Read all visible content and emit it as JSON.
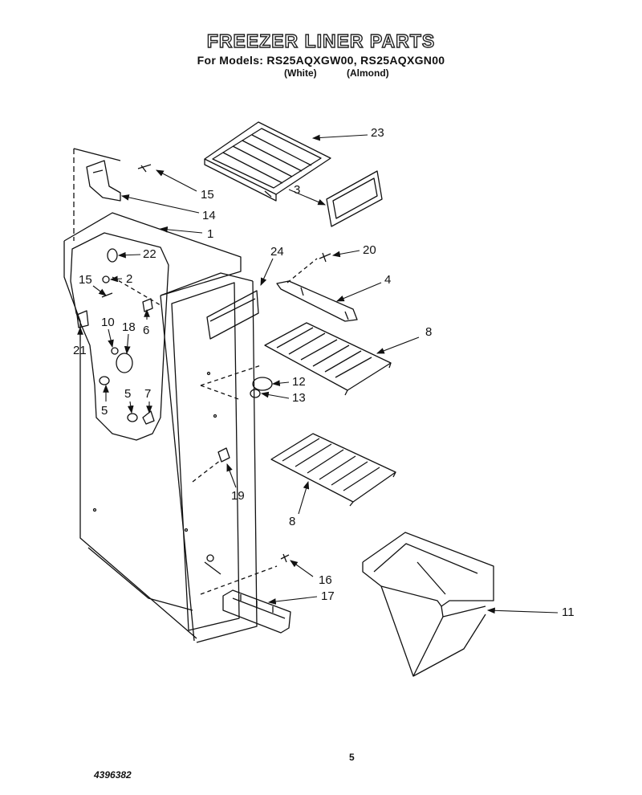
{
  "header": {
    "title": "FREEZER LINER PARTS",
    "models": "For Models: RS25AQXGW00, RS25AQXGN00",
    "color_white": "(White)",
    "color_almond": "(Almond)"
  },
  "callouts": {
    "p23": "23",
    "p3": "3",
    "p15a": "15",
    "p14": "14",
    "p1": "1",
    "p22": "22",
    "p24": "24",
    "p20": "20",
    "p15b": "15",
    "p2": "2",
    "p4": "4",
    "p6": "6",
    "p21": "21",
    "p10": "10",
    "p18": "18",
    "p8a": "8",
    "p12": "12",
    "p13": "13",
    "p5a": "5",
    "p5b": "5",
    "p7": "7",
    "p19": "19",
    "p8b": "8",
    "p16": "16",
    "p17": "17",
    "p11": "11"
  },
  "footer": {
    "page_number": "5",
    "doc_number": "4396382"
  }
}
